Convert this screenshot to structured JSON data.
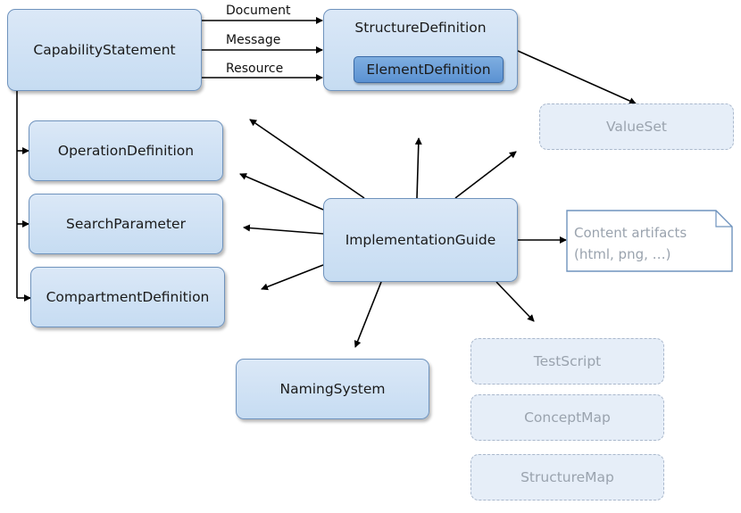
{
  "nodes": {
    "capability_statement": "CapabilityStatement",
    "structure_definition": "StructureDefinition",
    "element_definition": "ElementDefinition",
    "value_set": "ValueSet",
    "operation_definition": "OperationDefinition",
    "search_parameter": "SearchParameter",
    "compartment_definition": "CompartmentDefinition",
    "implementation_guide": "ImplementationGuide",
    "naming_system": "NamingSystem",
    "test_script": "TestScript",
    "concept_map": "ConceptMap",
    "structure_map": "StructureMap"
  },
  "edge_labels": {
    "document": "Document",
    "message": "Message",
    "resource": "Resource"
  },
  "content_note": {
    "line1": "Content artifacts",
    "line2": "(html, png, …)"
  },
  "colors": {
    "node_fill": "#c6dcf2",
    "node_border": "#6f93bd",
    "highlight_fill": "#5b92d2",
    "faded_text": "#9aa3ae",
    "arrow": "#000000"
  }
}
